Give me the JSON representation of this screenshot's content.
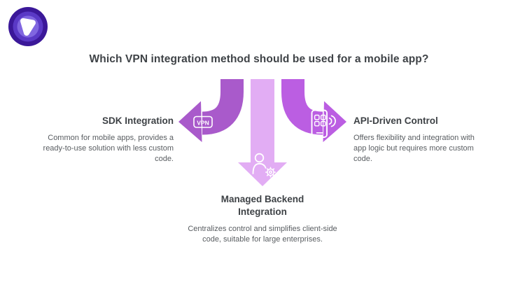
{
  "title": "Which VPN integration method should be used for a mobile app?",
  "badge": {
    "vpn_label": "VPN"
  },
  "colors": {
    "arrow_left": "#A95ACB",
    "arrow_down": "#E2ADF4",
    "arrow_right": "#BB5EE2",
    "logo_outer": "#3B1899",
    "logo_mid": "#5A39C6",
    "logo_inner": "#8066E0",
    "icon_stroke": "#FFFFFF"
  },
  "methods": [
    {
      "heading": "SDK Integration",
      "description": "Common for mobile apps, provides a ready-to-use solution with less custom code."
    },
    {
      "heading": "Managed Backend Integration",
      "description": "Centralizes control and simplifies client-side code, suitable for large enterprises."
    },
    {
      "heading": "API-Driven Control",
      "description": "Offers flexibility and integration with app logic but requires more custom code."
    }
  ]
}
